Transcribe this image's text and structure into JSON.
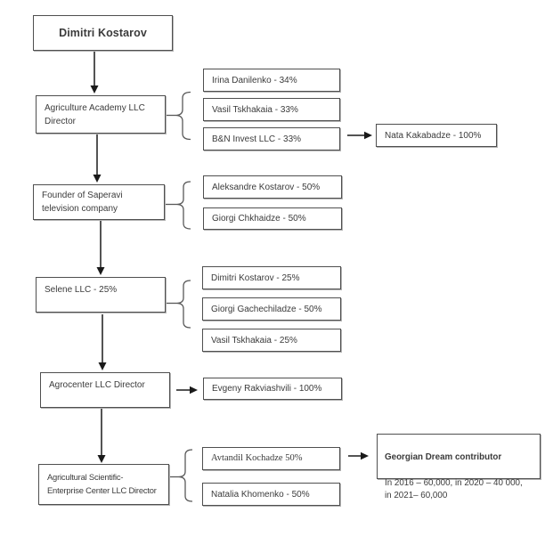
{
  "theme": {
    "background": "#ffffff",
    "border": "#4f4f4f",
    "text": "#3b3b3b",
    "arrow": "#1a1a1a",
    "bracket": "#595959",
    "shadow": "#b3b3b3"
  },
  "diagram": {
    "title": "Dimitri Kostarov ownership chart",
    "nodes": {
      "root": "Dimitri Kostarov",
      "agriculture_academy": "Agriculture Academy LLC\nDirector",
      "irina": "Irina Danilenko - 34%",
      "vasil33": "Vasil Tskhakaia - 33%",
      "bn_invest": "B&N Invest LLC  - 33%",
      "nata": "Nata Kakabadze - 100%",
      "founder_saperavi": "Founder of Saperavi\ntelevision company",
      "aleksandre": "Aleksandre Kostarov - 50%",
      "chkhaidze": "Giorgi Chkhaidze - 50%",
      "selene": "Selene LLC - 25%",
      "dimitri25": "Dimitri Kostarov - 25%",
      "gachechiladze": "Giorgi Gachechiladze  - 50%",
      "vasil25": "Vasil Tskhakaia  - 25%",
      "agrocenter": "Agrocenter LLC Director",
      "evgeny": "Evgeny Rakviashvili  - 100%",
      "agrisci": "Agricultural Scientific-\nEnterprise Center LLC Director",
      "avtandil": "Avtandil Kochadze 50%",
      "natalia": "Natalia Khomenko - 50%",
      "georgian_title": "Georgian Dream contributor",
      "georgian_body": "In 2016 – 60,000,  in 2020 – 40 000,\nin 2021– 60,000"
    }
  }
}
